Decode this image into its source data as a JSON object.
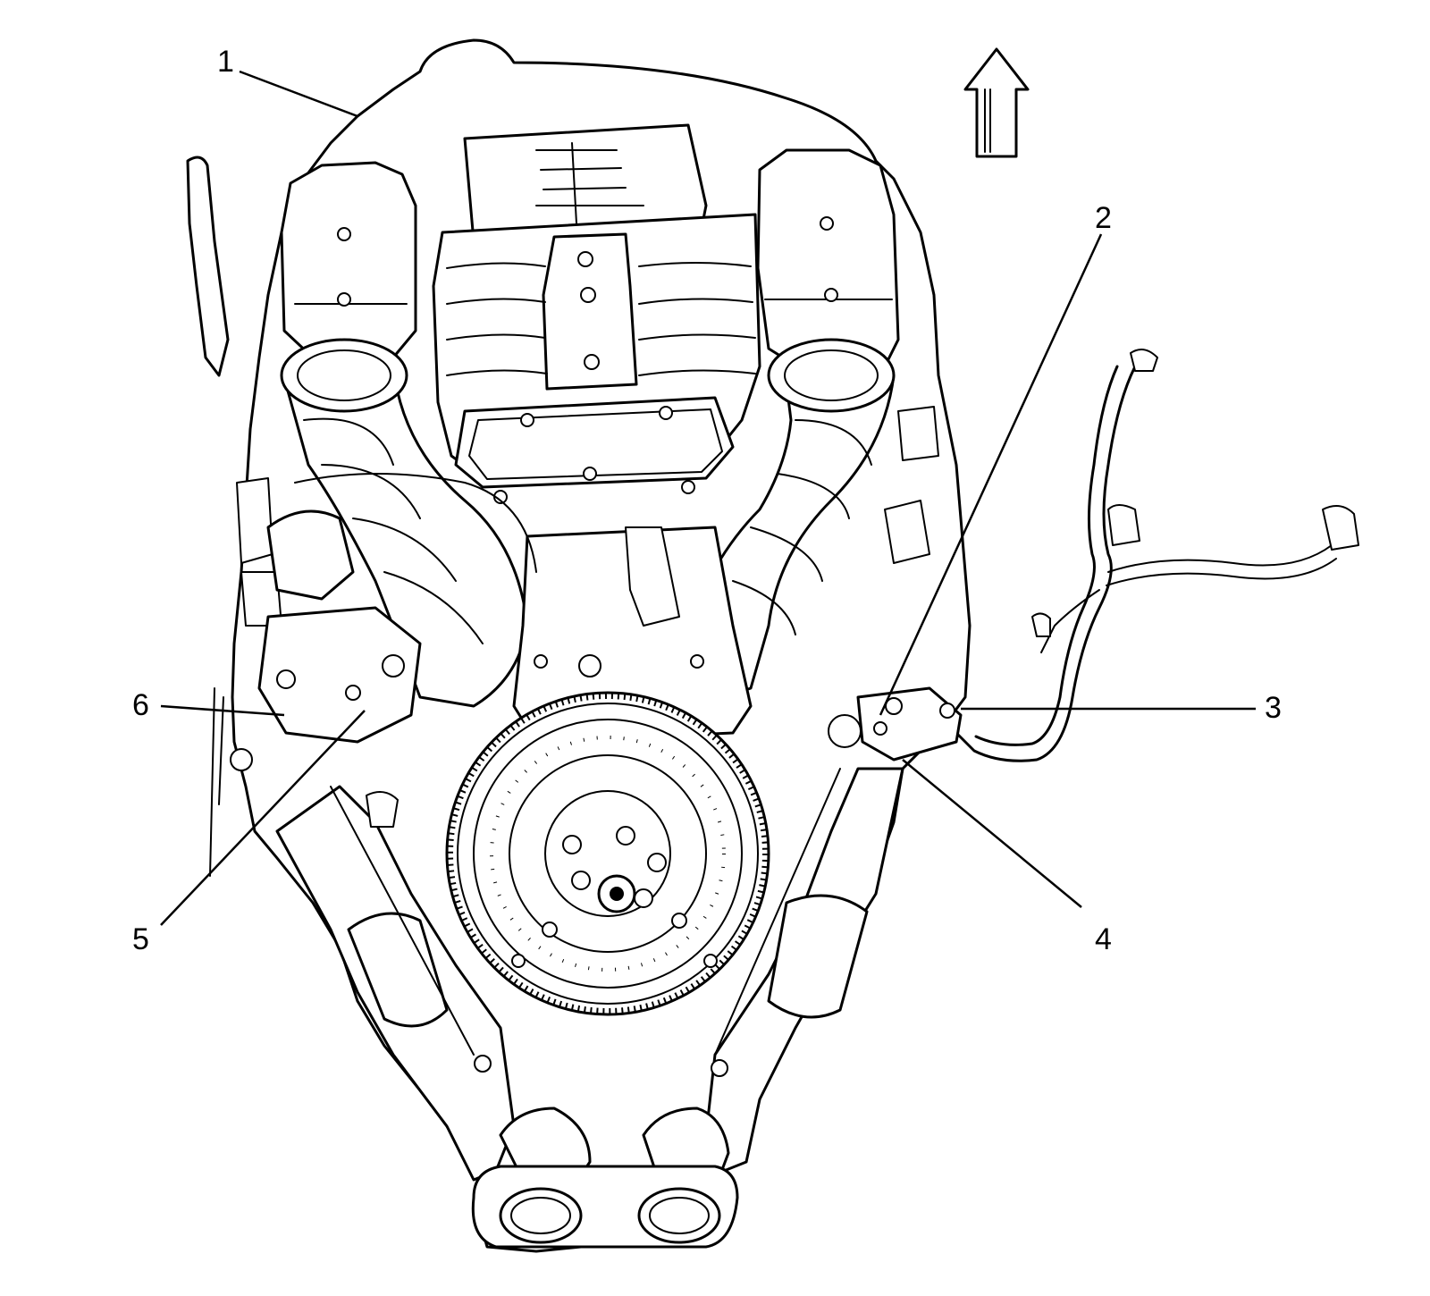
{
  "figure": {
    "callouts": [
      {
        "id": "callout-1",
        "label": "1"
      },
      {
        "id": "callout-2",
        "label": "2"
      },
      {
        "id": "callout-3",
        "label": "3"
      },
      {
        "id": "callout-4",
        "label": "4"
      },
      {
        "id": "callout-5",
        "label": "5"
      },
      {
        "id": "callout-6",
        "label": "6"
      }
    ],
    "orientation_icon": "up-arrow-icon",
    "colors": {
      "line": "#000000",
      "background": "#ffffff"
    }
  }
}
